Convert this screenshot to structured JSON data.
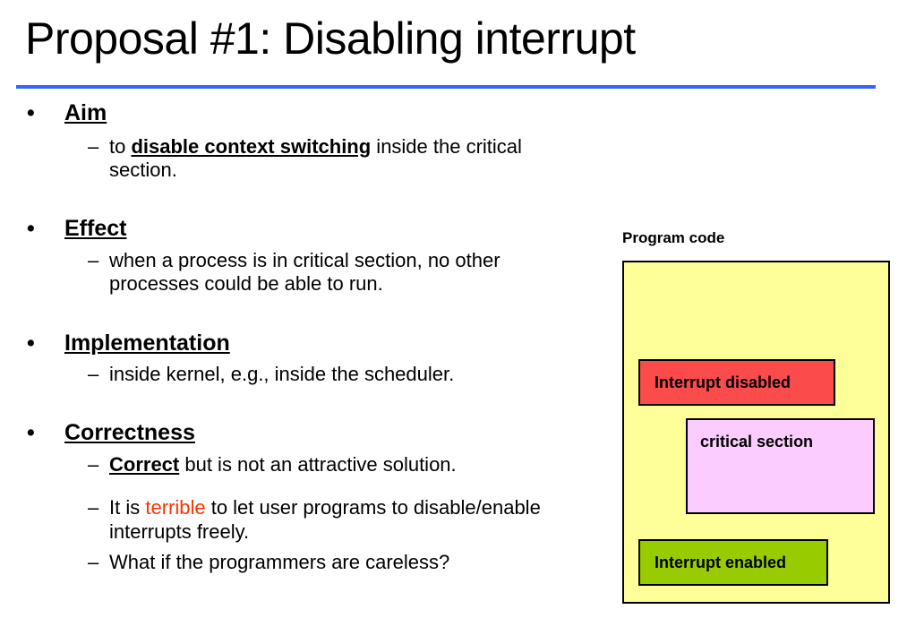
{
  "slide": {
    "title": "Proposal #1: Disabling interrupt",
    "rule_color": "#3366ff",
    "background": "#ffffff"
  },
  "bullets": {
    "marker_level1": "•",
    "marker_level2": "–",
    "sections": [
      {
        "heading": "Aim",
        "items": [
          {
            "parts": [
              {
                "text": "to ",
                "style": "normal"
              },
              {
                "text": "disable context switching",
                "style": "bold-underline"
              },
              {
                "text": " inside the critical section.",
                "style": "normal"
              }
            ],
            "plain": "to disable context switching inside the critical section."
          }
        ]
      },
      {
        "heading": "Effect",
        "items": [
          {
            "parts": [
              {
                "text": "when a process is in critical section, no other processes could be able to run.",
                "style": "normal"
              }
            ],
            "plain": "when a process is in critical section, no other processes could be able to run."
          }
        ]
      },
      {
        "heading": "Implementation",
        "items": [
          {
            "parts": [
              {
                "text": "inside kernel, e.g., inside the scheduler.",
                "style": "normal"
              }
            ],
            "plain": "inside kernel, e.g., inside the scheduler."
          }
        ]
      },
      {
        "heading": "Correctness",
        "items": [
          {
            "parts": [
              {
                "text": "Correct",
                "style": "bold-underline"
              },
              {
                "text": " but is not an attractive solution.",
                "style": "normal"
              }
            ],
            "plain": "Correct but is not an attractive solution."
          },
          {
            "parts": [
              {
                "text": "It is ",
                "style": "normal"
              },
              {
                "text": "terrible",
                "style": "red"
              },
              {
                "text": " to let user programs to disable/enable interrupts freely.",
                "style": "normal"
              }
            ],
            "plain": "It is terrible to let user programs to disable/enable interrupts freely."
          },
          {
            "parts": [
              {
                "text": "What if the programmers are careless?",
                "style": "normal"
              }
            ],
            "plain": "What if the programmers are careless?"
          }
        ]
      }
    ],
    "fragments": {
      "aim_to": "to ",
      "aim_bold": "disable context switching",
      "aim_tail": " inside the critical section.",
      "effect_text": "when a process is in critical section, no other processes could be able to run.",
      "impl_text": "inside kernel, e.g., inside the scheduler.",
      "correct_bold": "Correct",
      "correct_tail": " but is not an attractive solution.",
      "terrible_lead": "It is ",
      "terrible_word": "terrible",
      "terrible_tail": " to let user programs to disable/enable interrupts freely.",
      "careless_text": "What if the programmers are careless?"
    }
  },
  "diagram": {
    "label": "Program code",
    "container_color": "#ffff99",
    "boxes": [
      {
        "label": "Interrupt disabled",
        "color": "#fb4b4b"
      },
      {
        "label": "critical section",
        "color": "#fbccff"
      },
      {
        "label": "Interrupt enabled",
        "color": "#99cc00"
      }
    ],
    "box_interrupt_disabled": "Interrupt disabled",
    "box_critical_section": "critical section",
    "box_interrupt_enabled": "Interrupt enabled"
  },
  "colors": {
    "accent_rule": "#3366ff",
    "highlight_red_text": "#ff3300",
    "code_container": "#ffff99",
    "interrupt_disabled": "#fb4b4b",
    "critical_section": "#fbccff",
    "interrupt_enabled": "#99cc00"
  }
}
